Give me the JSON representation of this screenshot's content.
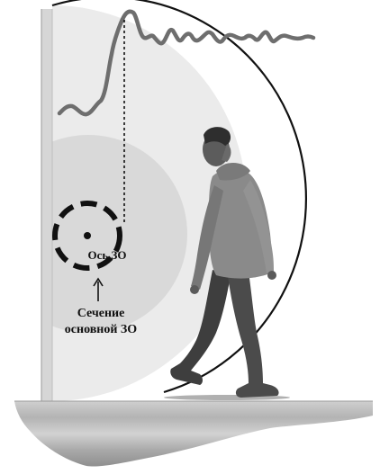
{
  "labels": {
    "axis": "Ось ЗО",
    "section_line1": "Сечение",
    "section_line2": "основной ЗО"
  },
  "colors": {
    "wall": "#d6d6d6",
    "wall_edge": "#9a9a9a",
    "outer_zone": "#ebebeb",
    "inner_zone": "#d9d9d9",
    "signal": "#6e6e6e",
    "arc": "#111111",
    "floor_top": "#c4c4c4",
    "floor_bottom": "#8d8d8d"
  },
  "icons": {
    "walker": "walking-person-icon",
    "arrow": "arrow-up-icon"
  }
}
